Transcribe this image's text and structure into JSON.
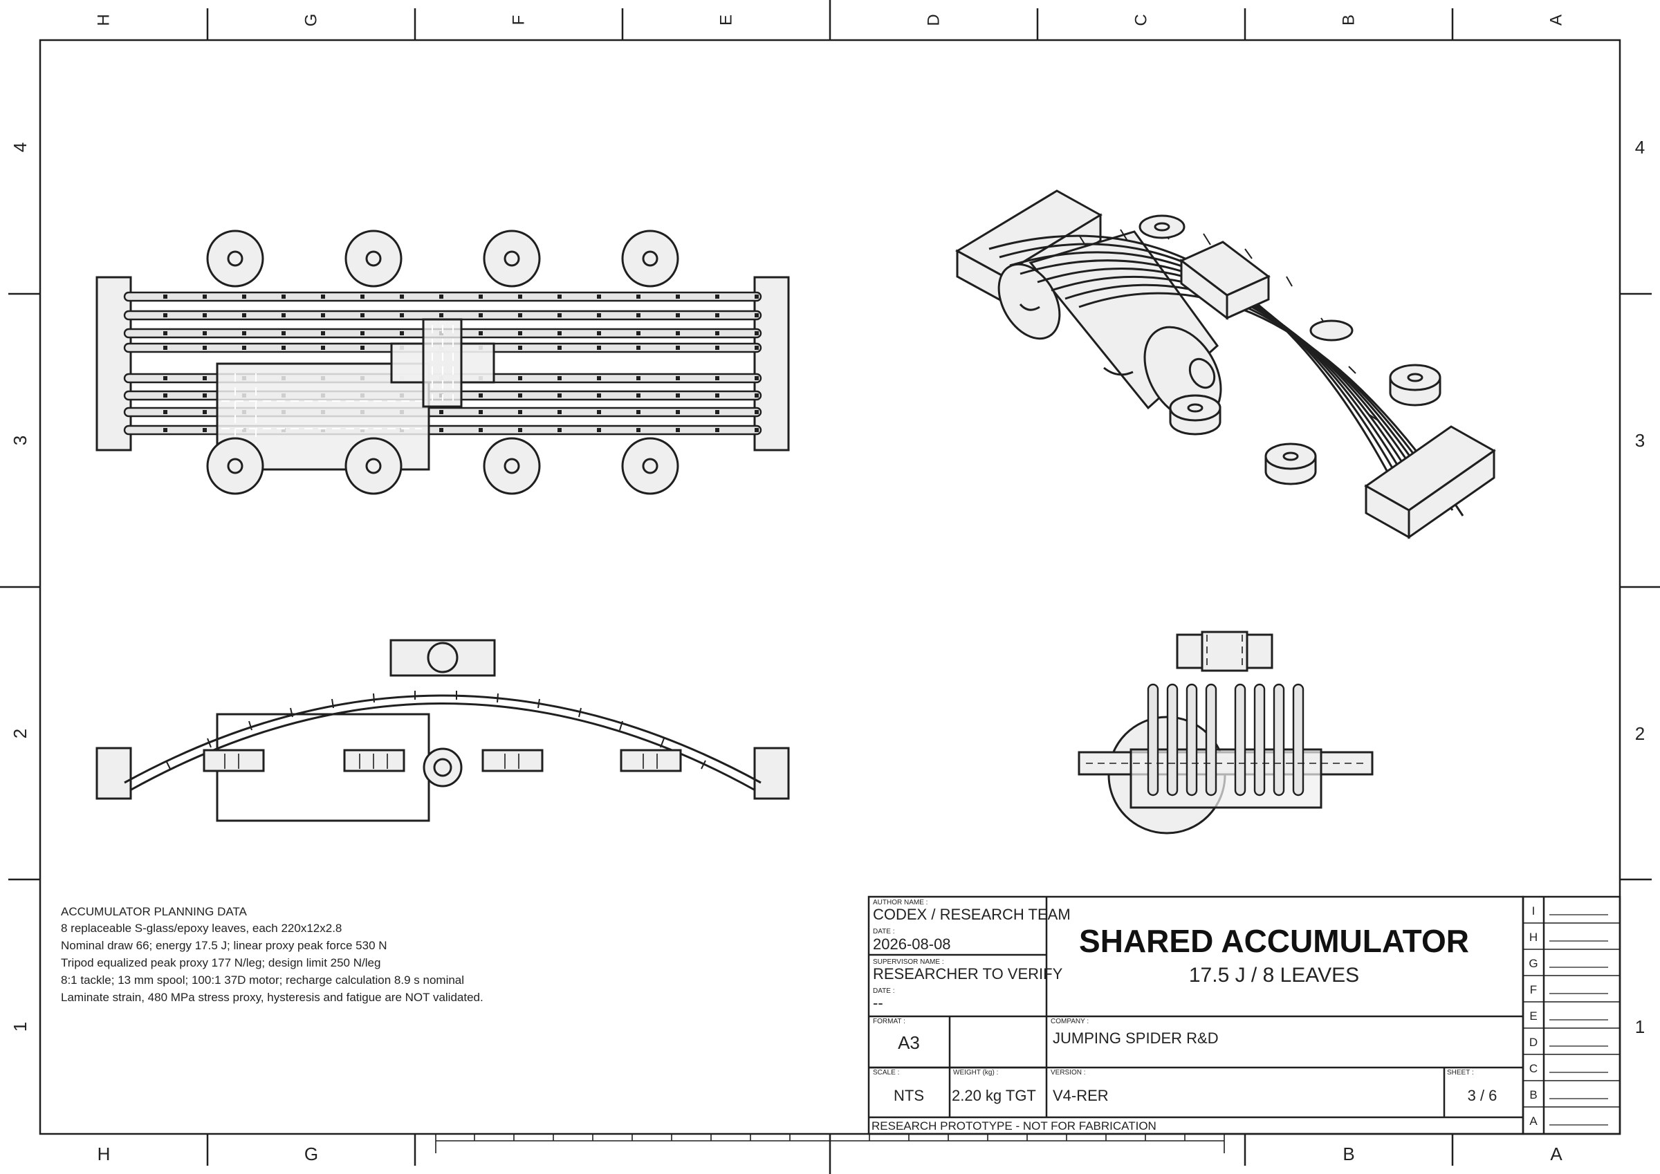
{
  "sheet": {
    "zone_letters_top": [
      "H",
      "G",
      "F",
      "E",
      "D",
      "C",
      "B",
      "A"
    ],
    "zone_letters_bottom": [
      "H",
      "G",
      "B",
      "A"
    ],
    "zone_numbers": [
      "4",
      "3",
      "2",
      "1"
    ]
  },
  "notes": {
    "title": "ACCUMULATOR PLANNING DATA",
    "lines": [
      "8 replaceable S-glass/epoxy leaves, each 220x12x2.8",
      "Nominal draw 66; energy 17.5 J; linear proxy peak force 530 N",
      "Tripod equalized peak proxy 177 N/leg; design limit 250 N/leg",
      "8:1 tackle; 13 mm spool; 100:1 37D motor; recharge calculation 8.9 s nominal",
      "Laminate strain, 480 MPa stress proxy, hysteresis and fatigue are NOT validated."
    ]
  },
  "title_block": {
    "author_label": "AUTHOR NAME :",
    "author": "CODEX / RESEARCH TEAM",
    "date_label": "DATE :",
    "date": "2026-08-08",
    "supervisor_label": "SUPERVISOR NAME :",
    "supervisor": "RESEARCHER TO VERIFY",
    "date2_label": "DATE :",
    "date2": "--",
    "title": "SHARED ACCUMULATOR",
    "subtitle": "17.5 J / 8 LEAVES",
    "format_label": "FORMAT :",
    "format": "A3",
    "company_label": "COMPANY :",
    "company": "JUMPING SPIDER R&D",
    "scale_label": "SCALE :",
    "scale": "NTS",
    "weight_label": "WEIGHT (kg) :",
    "weight": "2.20 kg TGT",
    "version_label": "VERSION :",
    "version": "V4-RER",
    "sheet_label": "SHEET :",
    "sheet": "3 / 6",
    "footer": "RESEARCH PROTOTYPE - NOT FOR FABRICATION",
    "revisions": [
      "I",
      "H",
      "G",
      "F",
      "E",
      "D",
      "C",
      "B",
      "A"
    ]
  }
}
